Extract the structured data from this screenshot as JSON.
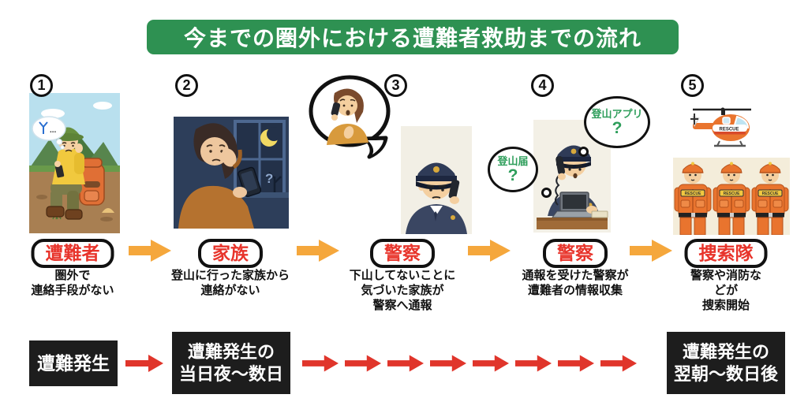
{
  "title": "今までの圏外における遭難者救助までの流れ",
  "colors": {
    "title_bg": "#2e9152",
    "flow_arrow_orange": "#f5a73c",
    "timeline_arrow_red": "#e0352b",
    "label_red": "#e8342b",
    "bubble_green": "#2e9e5b",
    "timeline_box_black": "#1d1d1d"
  },
  "steps": [
    {
      "number": "1",
      "label": "遭難者",
      "caption": "圏外で\n連絡手段がない",
      "bubble_text": "..."
    },
    {
      "number": "2",
      "label": "家族",
      "caption": "登山に行った家族から\n連絡がない",
      "phone_mark": "?"
    },
    {
      "number": "3",
      "label": "警察",
      "caption": "下山してないことに\n気づいた家族が\n警察へ通報"
    },
    {
      "number": "4",
      "label": "警察",
      "caption": "通報を受けた警察が\n遭難者の情報収集",
      "thought_left": {
        "text": "登山届",
        "mark": "?"
      },
      "thought_right": {
        "text": "登山アプリ",
        "mark": "?"
      }
    },
    {
      "number": "5",
      "label": "捜索隊",
      "caption": "警察や消防などが\n捜索開始",
      "helicopter_text": "RESCUE",
      "patch_text": "RESCUE"
    }
  ],
  "timeline": {
    "events": [
      {
        "label": "遭難発生"
      },
      {
        "label": "遭難発生の\n当日夜〜数日"
      },
      {
        "label": "遭難発生の\n翌朝〜数日後"
      }
    ]
  }
}
